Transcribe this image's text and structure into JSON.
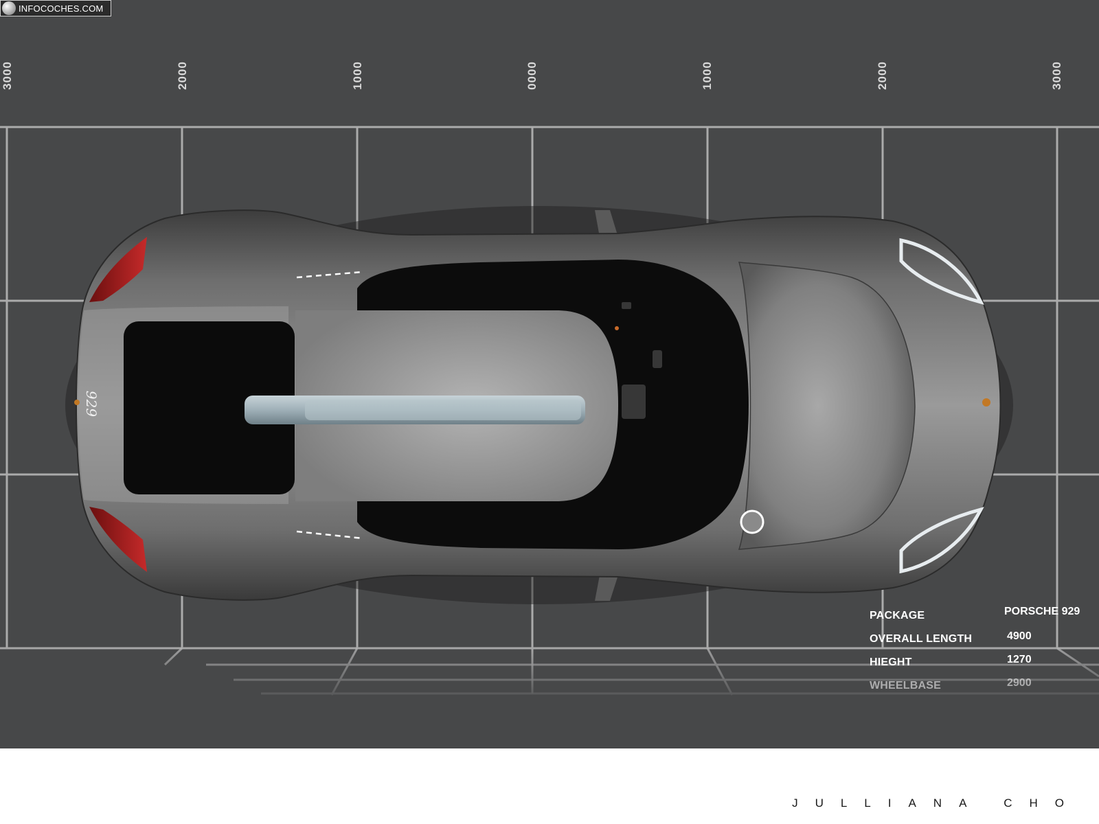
{
  "watermark": {
    "text": "INFOCOCHES.COM"
  },
  "ruler": {
    "labels": [
      "3000",
      "2000",
      "1000",
      "0000",
      "1000",
      "2000",
      "3000"
    ]
  },
  "badge": {
    "model_script": "929"
  },
  "specs": {
    "rows": [
      {
        "label": "PACKAGE",
        "value": "PORSCHE 929"
      },
      {
        "label": "OVERALL LENGTH",
        "value": "4900"
      },
      {
        "label": "HIEGHT",
        "value": "1270"
      },
      {
        "label": "WHEELBASE",
        "value": "2900"
      }
    ]
  },
  "designer": {
    "name": "JULLIANA CHO"
  },
  "colors": {
    "background": "#474849",
    "grid": "#bdbdbd",
    "car_body": "#8a8a8a",
    "glass": "#0c0c0c",
    "tail_light": "#b82020"
  }
}
